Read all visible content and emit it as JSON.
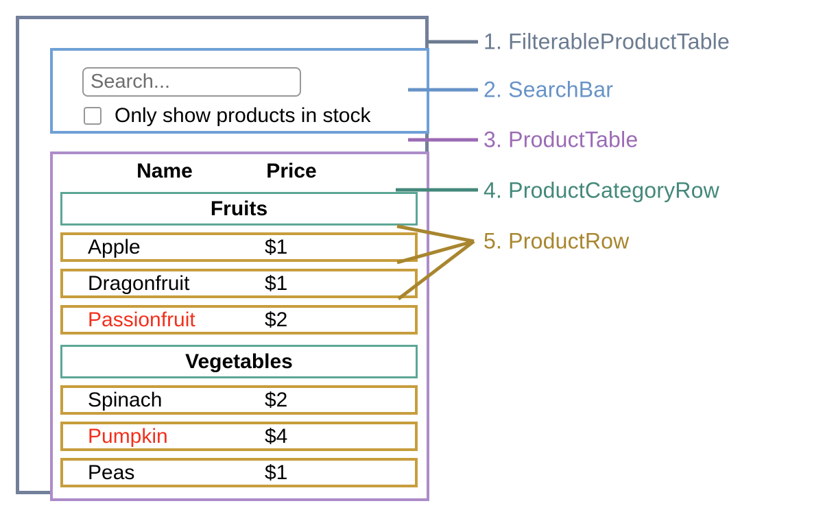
{
  "component_labels": [
    {
      "label": "1. FilterableProductTable",
      "color": "#6B7A8F"
    },
    {
      "label": "2. SearchBar",
      "color": "#6793C7"
    },
    {
      "label": "3. ProductTable",
      "color": "#9B6BB4"
    },
    {
      "label": "4. ProductCategoryRow",
      "color": "#44887A"
    },
    {
      "label": "5. ProductRow",
      "color": "#A8862F"
    }
  ],
  "search_bar": {
    "input_placeholder": "Search...",
    "input_value": "",
    "checkbox_label": "Only show products in stock",
    "checkbox_checked": false
  },
  "product_table": {
    "headers": {
      "name": "Name",
      "price": "Price"
    },
    "rows": [
      {
        "type": "category",
        "label": "Fruits"
      },
      {
        "type": "product",
        "name": "Apple",
        "price": "$1",
        "stocked": true
      },
      {
        "type": "product",
        "name": "Dragonfruit",
        "price": "$1",
        "stocked": true
      },
      {
        "type": "product",
        "name": "Passionfruit",
        "price": "$2",
        "stocked": false
      },
      {
        "type": "category",
        "label": "Vegetables"
      },
      {
        "type": "product",
        "name": "Spinach",
        "price": "$2",
        "stocked": true
      },
      {
        "type": "product",
        "name": "Pumpkin",
        "price": "$4",
        "stocked": false
      },
      {
        "type": "product",
        "name": "Peas",
        "price": "$1",
        "stocked": true
      }
    ]
  },
  "colors": {
    "outer_border": "#72809A",
    "search_border": "#6FA0D6",
    "table_border": "#AD8CC9",
    "category_border": "#5CA695",
    "product_border": "#C79D3D",
    "out_of_stock_text": "#F2301D"
  }
}
